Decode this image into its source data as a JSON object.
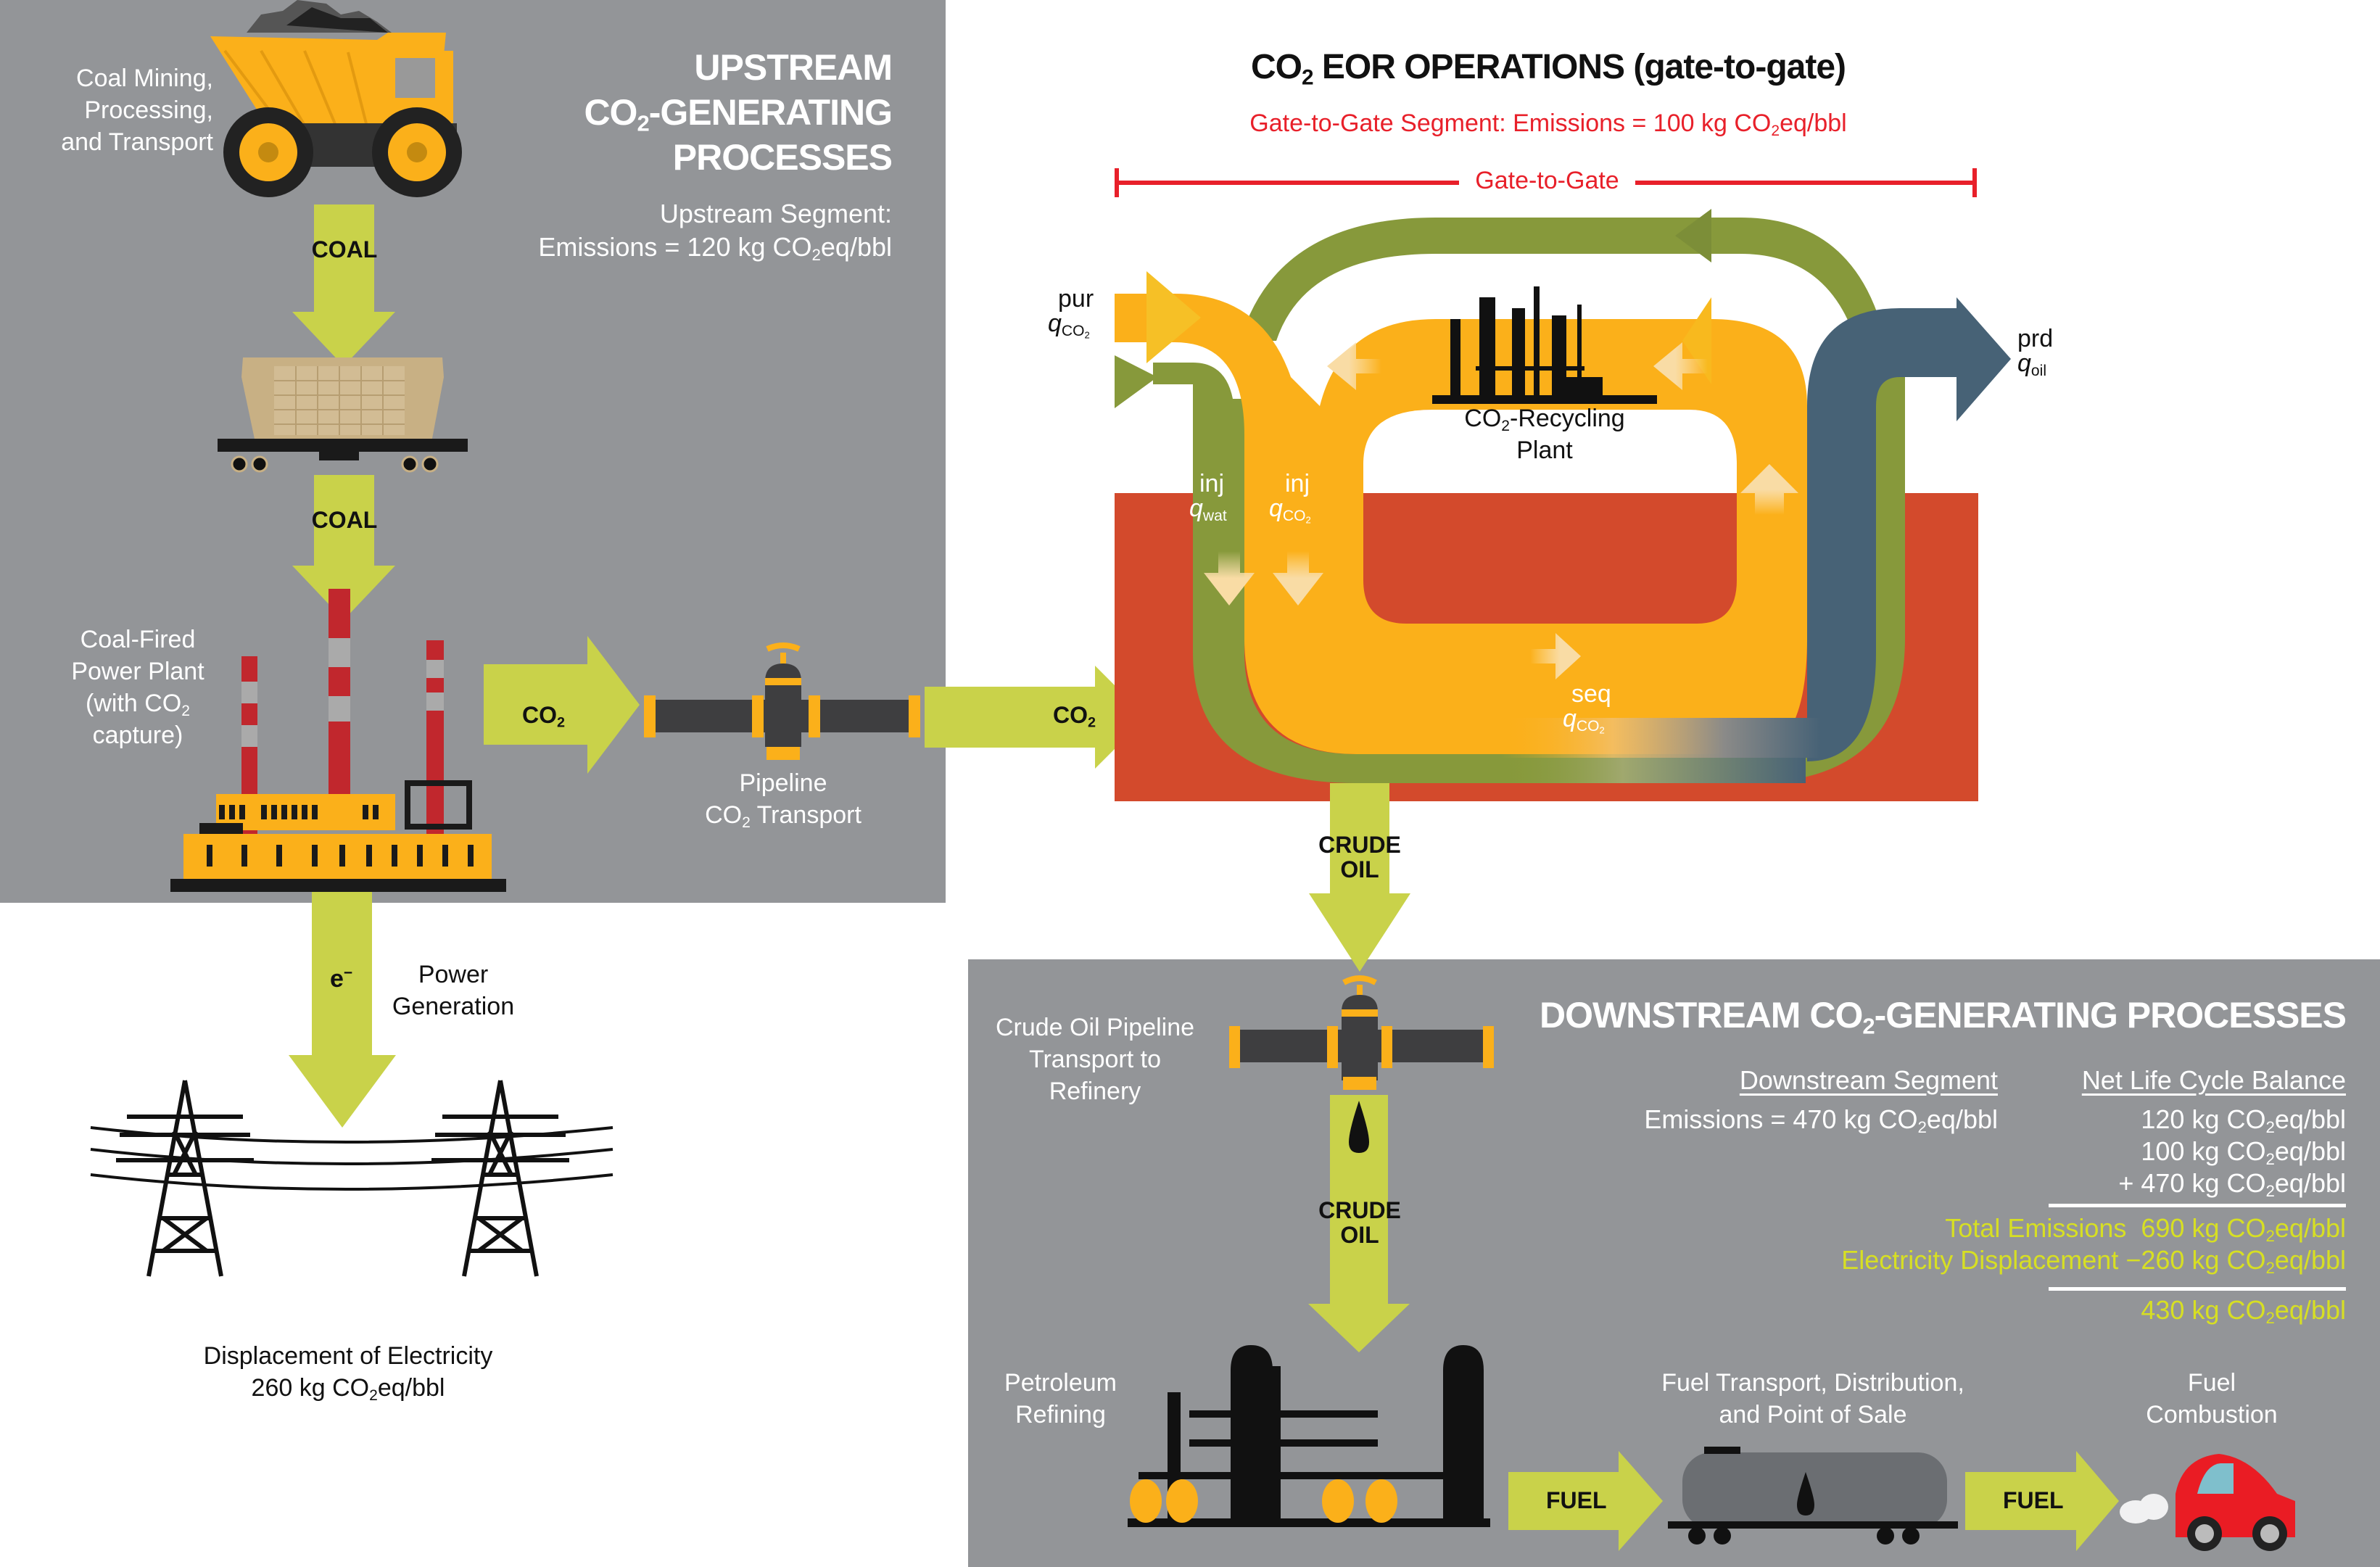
{
  "colors": {
    "panel_gray": "#939598",
    "arrow_lime": "#c9d24a",
    "reservoir": "#d34a2c",
    "co2_orange": "#fbb01a",
    "water_green": "#87993b",
    "oil_blue": "#476276",
    "gate_red": "#e8202a",
    "highlight_lime": "#d7df23"
  },
  "upstream": {
    "title_lines": [
      "UPSTREAM",
      "CO",
      "2",
      "-GENERATING",
      "PROCESSES"
    ],
    "segment_label": "Upstream Segment:",
    "emissions_prefix": "Emissions = 120 kg CO",
    "emissions_suffix": "eq/bbl",
    "coal_mining_lines": [
      "Coal Mining,",
      "Processing,",
      "and Transport"
    ],
    "coal_label_1": "COAL",
    "coal_label_2": "COAL",
    "power_plant_lines": [
      "Coal-Fired",
      "Power Plant",
      "(with CO",
      "capture)"
    ],
    "co2_arrow_label": "CO",
    "pipeline_lines": [
      "Pipeline",
      "CO",
      "Transport"
    ]
  },
  "electricity": {
    "arrow_label": "e",
    "arrow_sup": "−",
    "power_generation_lines": [
      "Power",
      "Generation"
    ],
    "displacement_title": "Displacement of Electricity",
    "displacement_value_prefix": "260 kg CO",
    "displacement_value_suffix": "eq/bbl"
  },
  "eor": {
    "title_prefix": "CO",
    "title_suffix": " EOR OPERATIONS (gate-to-gate)",
    "segment_prefix": "Gate-to-Gate Segment: Emissions = 100 kg CO",
    "segment_suffix": "eq/bbl",
    "gate_label": "Gate-to-Gate",
    "co2_arrow_label": "CO",
    "recycling_plant_lines": [
      "CO",
      "-Recycling",
      "Plant"
    ],
    "flows": {
      "purchased_co2": {
        "super": "pur",
        "q": "q",
        "sub": "CO",
        "sub2": "2"
      },
      "injected_water": {
        "super": "inj",
        "q": "q",
        "sub": "wat"
      },
      "injected_co2": {
        "super": "inj",
        "q": "q",
        "sub": "CO",
        "sub2": "2"
      },
      "sequestered_co2": {
        "super": "seq",
        "q": "q",
        "sub": "CO",
        "sub2": "2"
      },
      "produced_oil": {
        "super": "prd",
        "q": "q",
        "sub": "oil"
      }
    },
    "crude_oil_label_lines": [
      "CRUDE",
      "OIL"
    ]
  },
  "downstream": {
    "title_prefix": "DOWNSTREAM CO",
    "title_suffix": "-GENERATING PROCESSES",
    "crude_pipeline_lines": [
      "Crude Oil Pipeline",
      "Transport to",
      "Refinery"
    ],
    "crude_oil_label_lines": [
      "CRUDE",
      "OIL"
    ],
    "refining_lines": [
      "Petroleum",
      "Refining"
    ],
    "fuel_transport_lines": [
      "Fuel Transport, Distribution,",
      "and Point of Sale"
    ],
    "fuel_combustion_lines": [
      "Fuel",
      "Combustion"
    ],
    "fuel_label_1": "FUEL",
    "fuel_label_2": "FUEL",
    "segment_header": "Downstream Segment",
    "segment_emissions_prefix": "Emissions = 470 kg CO",
    "segment_emissions_suffix": "eq/bbl",
    "balance_header": "Net Life Cycle Balance",
    "balance_rows": [
      {
        "label": "",
        "value": "120 kg CO",
        "unit": "eq/bbl"
      },
      {
        "label": "",
        "value": "100 kg CO",
        "unit": "eq/bbl"
      },
      {
        "label": "",
        "value": "+ 470 kg CO",
        "unit": "eq/bbl"
      }
    ],
    "total_label": "Total Emissions",
    "total_value": "690 kg CO",
    "displacement_label": "Electricity Displacement",
    "displacement_value": "−260 kg CO",
    "net_value": "430 kg CO",
    "unit_suffix": "eq/bbl",
    "sub2": "2"
  }
}
